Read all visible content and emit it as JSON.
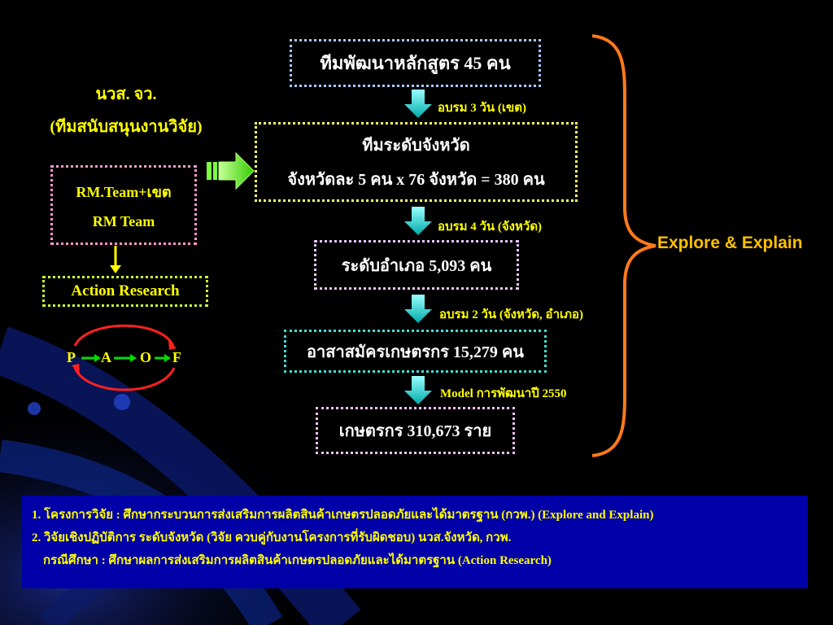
{
  "side": {
    "org_title": "นวส. จว.",
    "org_subtitle": "(ทีมสนับสนุนงานวิจัย)",
    "rm_box_line1": "RM.Team+เขต",
    "rm_box_line2": "RM Team",
    "action_research": "Action Research",
    "cycle": {
      "p": "P",
      "a": "A",
      "o": "O",
      "f": "F"
    }
  },
  "flow": {
    "box1": "ทีมพัฒนาหลักสูตร 45 คน",
    "arrow1_label": "อบรม 3 วัน (เขต)",
    "box2_line1": "ทีมระดับจังหวัด",
    "box2_line2": "จังหวัดละ 5 คน x 76 จังหวัด = 380 คน",
    "arrow2_label": "อบรม 4 วัน (จังหวัด)",
    "box3": "ระดับอำเภอ 5,093 คน",
    "arrow3_label": "อบรม 2 วัน (จังหวัด, อำเภอ)",
    "box4": "อาสาสมัครเกษตรกร 15,279 คน",
    "arrow4_label": "Model การพัฒนาปี 2550",
    "box5": "เกษตรกร 310,673 ราย"
  },
  "brace_label": "Explore & Explain",
  "notes": [
    "1. โครงการวิจัย : ศึกษากระบวนการส่งเสริมการผลิตสินค้าเกษตรปลอดภัยและได้มาตรฐาน (กวพ.)  (Explore and Explain)",
    "2. วิจัยเชิงปฏิบัติการ ระดับจังหวัด (วิจัย ควบคู่กับงานโครงการที่รับผิดชอบ) นวส.จังหวัด, กวพ.",
    "    กรณีศึกษา : ศึกษาผลการส่งเสริมการผลิตสินค้าเกษตรปลอดภัยและได้มาตรฐาน (Action Research)"
  ],
  "colors": {
    "box1_border": "#a9c8ff",
    "box2_border": "#ffff66",
    "box3_border": "#e8c8ff",
    "box4_border": "#40e0d0",
    "box5_border": "#ffc0ff",
    "brace": "#ff7a1a",
    "notes_bg": "#0000a8",
    "label_yellow": "#ffff00"
  }
}
